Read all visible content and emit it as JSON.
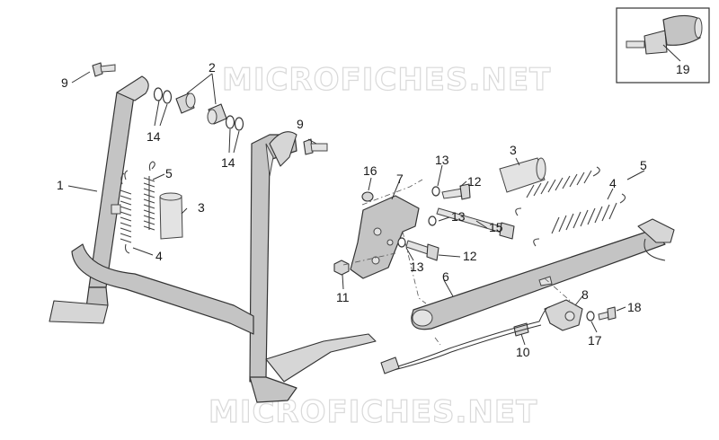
{
  "watermark": {
    "top": "MICROFICHES.NET",
    "bottom": "MICROFICHES.NET"
  },
  "callouts": {
    "c1": "1",
    "c2": "2",
    "c3a": "3",
    "c3b": "3",
    "c4a": "4",
    "c4b": "4",
    "c5a": "5",
    "c5b": "5",
    "c6": "6",
    "c7": "7",
    "c8": "8",
    "c9a": "9",
    "c9b": "9",
    "c10": "10",
    "c11": "11",
    "c12a": "12",
    "c12b": "12",
    "c13a": "13",
    "c13b": "13",
    "c13c": "13",
    "c14a": "14",
    "c14b": "14",
    "c15": "15",
    "c16": "16",
    "c17": "17",
    "c18": "18",
    "c19": "19"
  },
  "colors": {
    "part_fill": "#c4c4c4",
    "outline": "#333333",
    "watermark": "#d9d9d9"
  }
}
